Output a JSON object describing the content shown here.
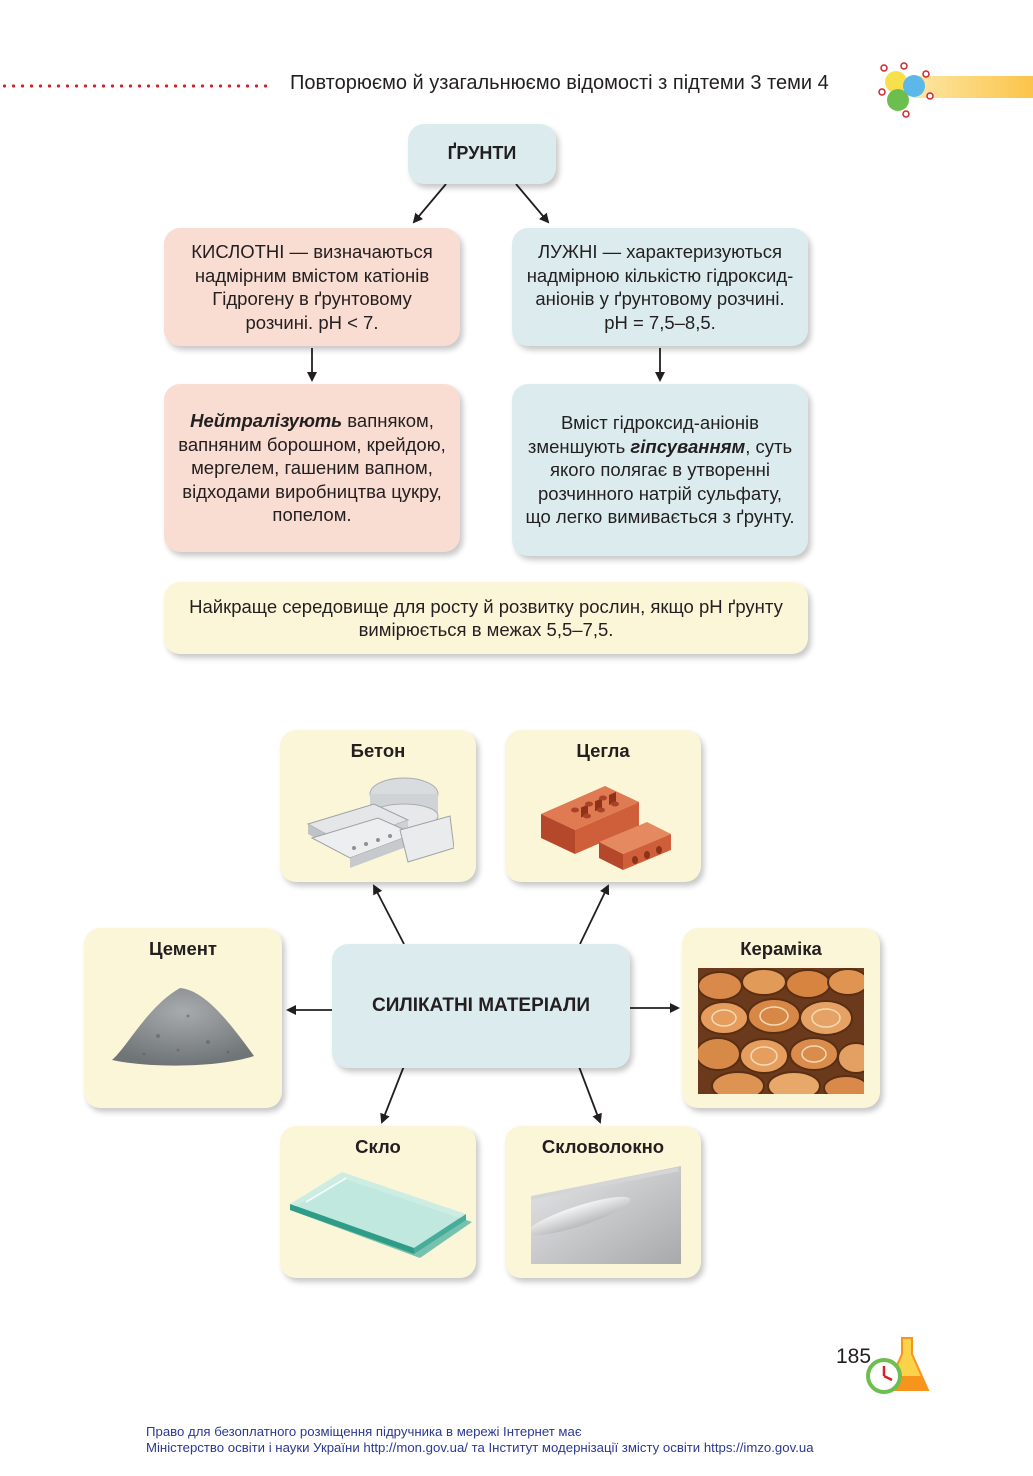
{
  "header": {
    "title": "Повторюємо й узагальнюємо  відомості з підтеми 3 теми 4"
  },
  "soils": {
    "root": "ҐРУНТИ",
    "acidic": "КИСЛОТНІ — визначаються надмірним вмістом катіонів Гідрогену в ґрунтовому розчині. pH < 7.",
    "alkaline": "ЛУЖНІ — характеризуються надмірною кількістю гідроксид-аніонів у ґрунтовому розчині. pH = 7,5–8,5.",
    "neutralize_bold": "Нейтралізують",
    "neutralize_rest": " вапняком, вапняним борошном, крейдою, мергелем, гашеним вапном, відходами виробництва цукру, попелом.",
    "gypsum_pre": "Вміст гідроксид-аніонів зменшують ",
    "gypsum_bold": "гіпсуванням",
    "gypsum_post": ", суть якого полягає в утворенні розчинного натрій сульфату, що легко вимивається з ґрунту.",
    "optimal": "Найкраще середовище для росту й розвитку рослин, якщо pH ґрунту вимірюється в межах 5,5–7,5."
  },
  "silicates": {
    "center": "СИЛІКАТНІ МАТЕРІАЛИ",
    "items": {
      "beton": "Бетон",
      "cegla": "Цегла",
      "cement": "Цемент",
      "keramika": "Кераміка",
      "sklo": "Скло",
      "sklovolokno": "Скловолокно"
    }
  },
  "page_number": "185",
  "footer": {
    "line1": "Право для безоплатного розміщення підручника в мережі Інтернет має",
    "line2": "Міністерство освіти і науки України http://mon.gov.ua/ та Інститут модернізації змісту освіти https://imzo.gov.ua"
  }
}
